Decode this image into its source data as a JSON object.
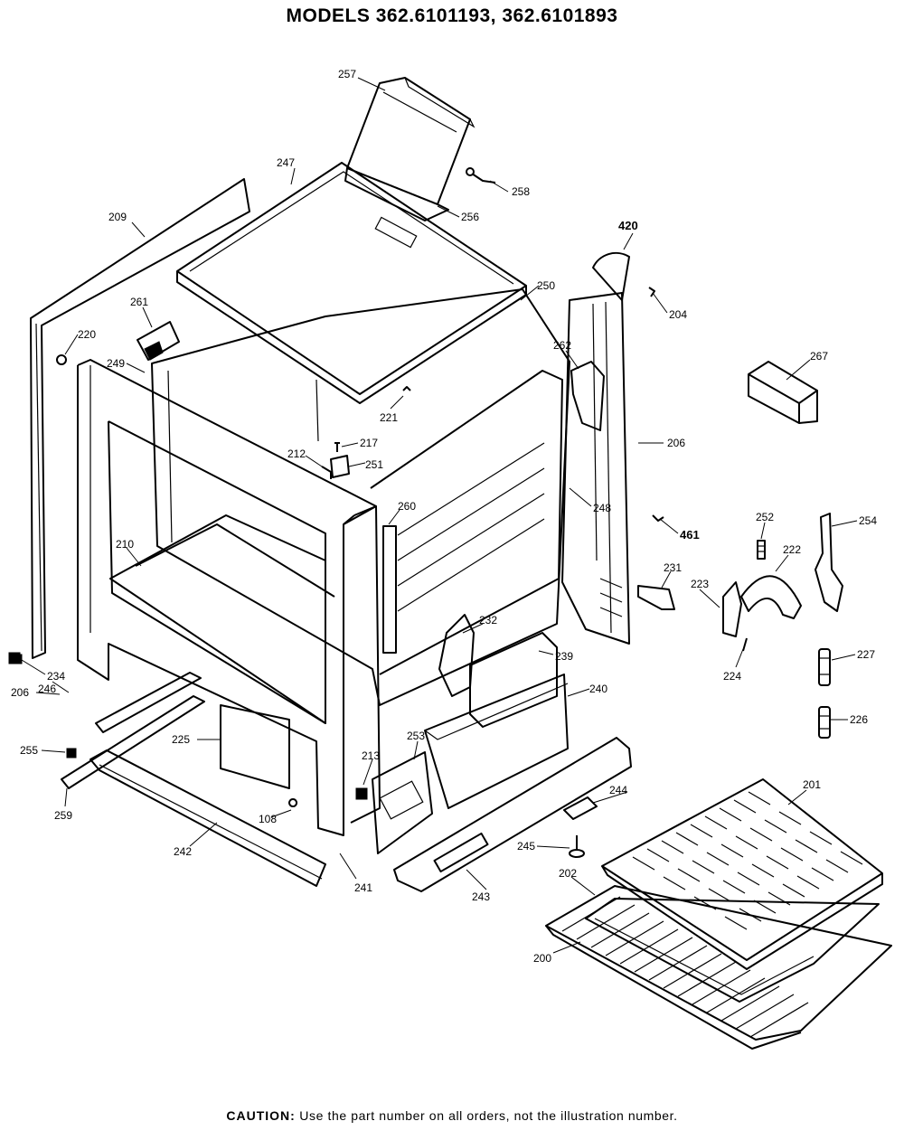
{
  "title": "MODELS 362.6101193, 362.6101893",
  "caution": {
    "label": "CAUTION:",
    "text": "Use the part number on all orders, not the illustration number."
  },
  "callouts": [
    {
      "id": "257",
      "text": "257"
    },
    {
      "id": "258",
      "text": "258"
    },
    {
      "id": "247",
      "text": "247"
    },
    {
      "id": "256",
      "text": "256"
    },
    {
      "id": "209",
      "text": "209"
    },
    {
      "id": "420",
      "text": "420"
    },
    {
      "id": "204",
      "text": "204"
    },
    {
      "id": "250",
      "text": "250"
    },
    {
      "id": "261",
      "text": "261"
    },
    {
      "id": "220",
      "text": "220"
    },
    {
      "id": "262",
      "text": "262"
    },
    {
      "id": "267",
      "text": "267"
    },
    {
      "id": "249",
      "text": "249"
    },
    {
      "id": "221",
      "text": "221"
    },
    {
      "id": "217",
      "text": "217"
    },
    {
      "id": "206a",
      "text": "206"
    },
    {
      "id": "212",
      "text": "212"
    },
    {
      "id": "251",
      "text": "251"
    },
    {
      "id": "248",
      "text": "248"
    },
    {
      "id": "260",
      "text": "260"
    },
    {
      "id": "461",
      "text": "461"
    },
    {
      "id": "252",
      "text": "252"
    },
    {
      "id": "254",
      "text": "254"
    },
    {
      "id": "210",
      "text": "210"
    },
    {
      "id": "231",
      "text": "231"
    },
    {
      "id": "222",
      "text": "222"
    },
    {
      "id": "223",
      "text": "223"
    },
    {
      "id": "232",
      "text": "232"
    },
    {
      "id": "239",
      "text": "239"
    },
    {
      "id": "234",
      "text": "234"
    },
    {
      "id": "224",
      "text": "224"
    },
    {
      "id": "227",
      "text": "227"
    },
    {
      "id": "206b",
      "text": "206"
    },
    {
      "id": "246",
      "text": "246"
    },
    {
      "id": "240",
      "text": "240"
    },
    {
      "id": "226",
      "text": "226"
    },
    {
      "id": "255",
      "text": "255"
    },
    {
      "id": "225",
      "text": "225"
    },
    {
      "id": "213",
      "text": "213"
    },
    {
      "id": "253",
      "text": "253"
    },
    {
      "id": "201",
      "text": "201"
    },
    {
      "id": "259",
      "text": "259"
    },
    {
      "id": "244",
      "text": "244"
    },
    {
      "id": "108",
      "text": "108"
    },
    {
      "id": "245",
      "text": "245"
    },
    {
      "id": "242",
      "text": "242"
    },
    {
      "id": "202",
      "text": "202"
    },
    {
      "id": "241",
      "text": "241"
    },
    {
      "id": "243",
      "text": "243"
    },
    {
      "id": "200",
      "text": "200"
    }
  ]
}
